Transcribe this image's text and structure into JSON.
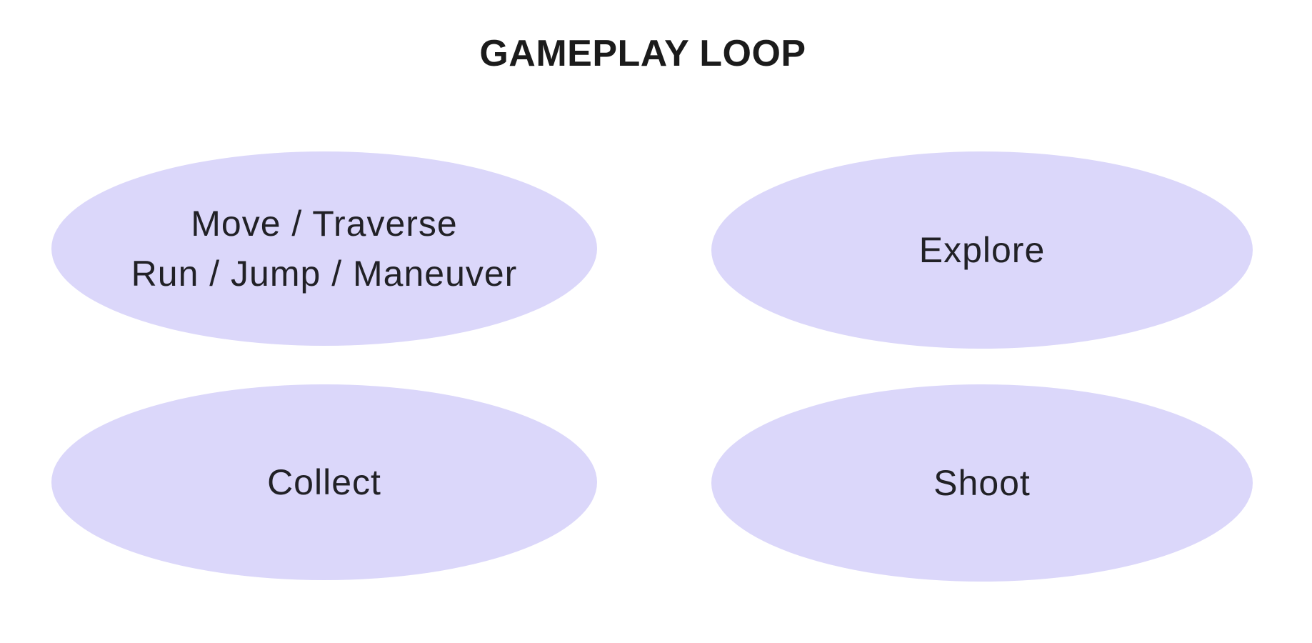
{
  "title": "GAMEPLAY LOOP",
  "colors": {
    "background": "#FFFFFF",
    "node_fill": "#DBD7FA",
    "text": "#212126",
    "title": "#1B1B1B"
  },
  "nodes": [
    {
      "id": "move-traverse",
      "lines": [
        "Move / Traverse",
        "Run / Jump / Maneuver"
      ]
    },
    {
      "id": "explore",
      "lines": [
        "Explore"
      ]
    },
    {
      "id": "collect",
      "lines": [
        "Collect"
      ]
    },
    {
      "id": "shoot",
      "lines": [
        "Shoot"
      ]
    }
  ]
}
